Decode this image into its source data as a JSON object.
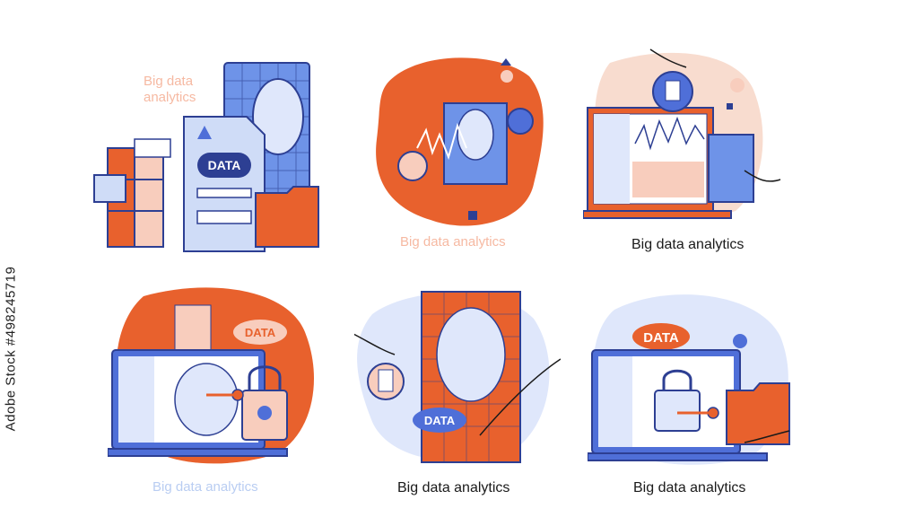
{
  "stock_id": "#498245719",
  "stock_credit": "Adobe Stock",
  "captions": {
    "p1": "Big data\nanalytics",
    "p2": "Big data analytics",
    "p3": "Big data analytics",
    "p4": "Big data analytics",
    "p5": "Big data analytics",
    "p6": "Big data analytics"
  },
  "badges": {
    "p1_doc": "DATA",
    "p4_bubble": "DATA",
    "p5_server": "DATA",
    "p6_bubble": "DATA"
  },
  "colors": {
    "orange": "#e8612d",
    "blue": "#4f6fd8",
    "light_blue": "#cfdcf7",
    "peach": "#f8cdbd",
    "navy": "#2d3f93"
  }
}
